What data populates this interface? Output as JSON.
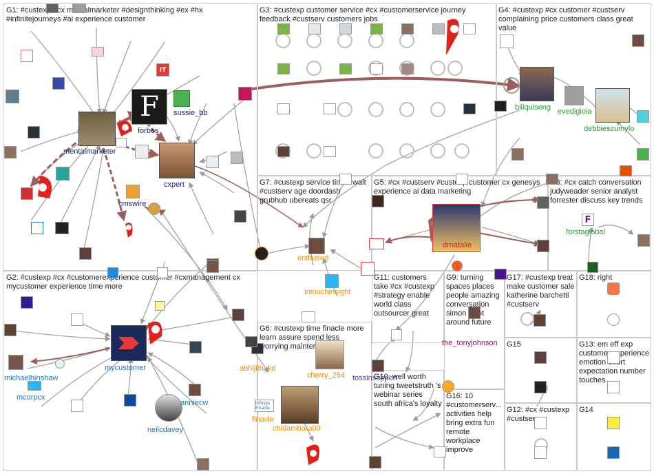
{
  "colors": {
    "edge": "#9a9a9a",
    "strong_edge": "#a05d5d",
    "red": "#e0201a",
    "navy": "#1a237e",
    "blue": "#1976d2",
    "green": "#23a033",
    "orange": "#f08c00",
    "magenta": "#b0007a",
    "purple": "#5e35b1"
  },
  "groups": [
    {
      "id": "g1",
      "title": "G1: #custexp #cx mentalmarketer #designthinking #ex #hx #infinitejourneys #ai experience customer"
    },
    {
      "id": "g3",
      "title": "G3: #custexp customer service #cx #customerservice journey feedback #custserv customers jobs"
    },
    {
      "id": "g4",
      "title": "G4: #custexp #cx customer #custserv complaining price customers class great value"
    },
    {
      "id": "g7",
      "title": "G7: #custexp service times wait #custserv age doordash grubhub ubereats qsr"
    },
    {
      "id": "g5",
      "title": "G5: #cx #custserv #custexp customer cx genesys experience ai data marketing"
    },
    {
      "id": "g8",
      "title": "G8: #cx catch conversation judyweader senior analyst forrester discuss key trends"
    },
    {
      "id": "g2",
      "title": "G2: #custexp #cx #customerexperience customer #cxmanagement cx mycustomer experience time more"
    },
    {
      "id": "g11",
      "title": "G11: customers take #cx #custexp #strategy enable world class outsourcer great"
    },
    {
      "id": "g9",
      "title": "G9: turning spaces places people amazing conversation simon elliot around future"
    },
    {
      "id": "g17",
      "title": "G17: #custexp treat make customer sale katherine barchetti #custserv"
    },
    {
      "id": "g18",
      "title": "G18: right"
    },
    {
      "id": "g6",
      "title": "G6: #custexp time finacle more learn assure spend less worrying maintenance"
    },
    {
      "id": "g15",
      "title": "G15"
    },
    {
      "id": "g13",
      "title": "G13: em eff exp customer experience emotion effort expectation number touches"
    },
    {
      "id": "g10",
      "title": "G10: well worth tuning tweetstruth 's webinar series south africa's loyalty"
    },
    {
      "id": "g16",
      "title": "G16: 10 #customerserv... activities help bring extra fun remote workplace improve"
    },
    {
      "id": "g12",
      "title": "G12: #cx #custexp #custserv"
    },
    {
      "id": "g14",
      "title": "G14"
    }
  ],
  "labels": [
    {
      "id": "mentalmarketer",
      "text": "mentalmarketer",
      "color": "navy"
    },
    {
      "id": "forbes",
      "text": "forbes",
      "color": "navy"
    },
    {
      "id": "sussie_bb",
      "text": "sussie_bb",
      "color": "navy"
    },
    {
      "id": "cxpert",
      "text": "cxpert",
      "color": "navy"
    },
    {
      "id": "cmswire",
      "text": "cmswire",
      "color": "navy"
    },
    {
      "id": "billquiseng",
      "text": "billquiseng",
      "color": "green"
    },
    {
      "id": "evedigioia",
      "text": "evedigioia",
      "color": "green"
    },
    {
      "id": "debbieszumylo",
      "text": "debbieszumylo",
      "color": "green"
    },
    {
      "id": "enthused",
      "text": "enthused",
      "color": "orange"
    },
    {
      "id": "intouchinsight",
      "text": "intouchinsight",
      "color": "orange"
    },
    {
      "id": "drnatalie",
      "text": "drnatalie",
      "color": "red"
    },
    {
      "id": "forstaglobal",
      "text": "forstaglobal",
      "color": "green"
    },
    {
      "id": "mycustomer",
      "text": "mycustomer",
      "color": "blue"
    },
    {
      "id": "michaelhinshaw",
      "text": "michaelhinshaw",
      "color": "blue"
    },
    {
      "id": "mcorpcx",
      "text": "mcorpcx",
      "color": "blue"
    },
    {
      "id": "anniecw",
      "text": "anniecw",
      "color": "blue"
    },
    {
      "id": "neilcdavey",
      "text": "neilcdavey",
      "color": "blue"
    },
    {
      "id": "abhijith_kd",
      "text": "abhijith_kd",
      "color": "orange"
    },
    {
      "id": "cherry_254",
      "text": "cherry_254",
      "color": "orange"
    },
    {
      "id": "finacle",
      "text": "finacle",
      "color": "orange"
    },
    {
      "id": "chidambara09",
      "text": "chidambara09",
      "color": "orange"
    },
    {
      "id": "tossinsupport",
      "text": "tossinsupport",
      "color": "purple"
    },
    {
      "id": "the_tonyjohnson",
      "text": "the_tonyjohnson",
      "color": "magenta"
    }
  ],
  "node_glyphs": {
    "forbes": "F",
    "forstaglobal": "F",
    "it_logo": "IT",
    "finacle_logo": "Infosys Finacle"
  }
}
